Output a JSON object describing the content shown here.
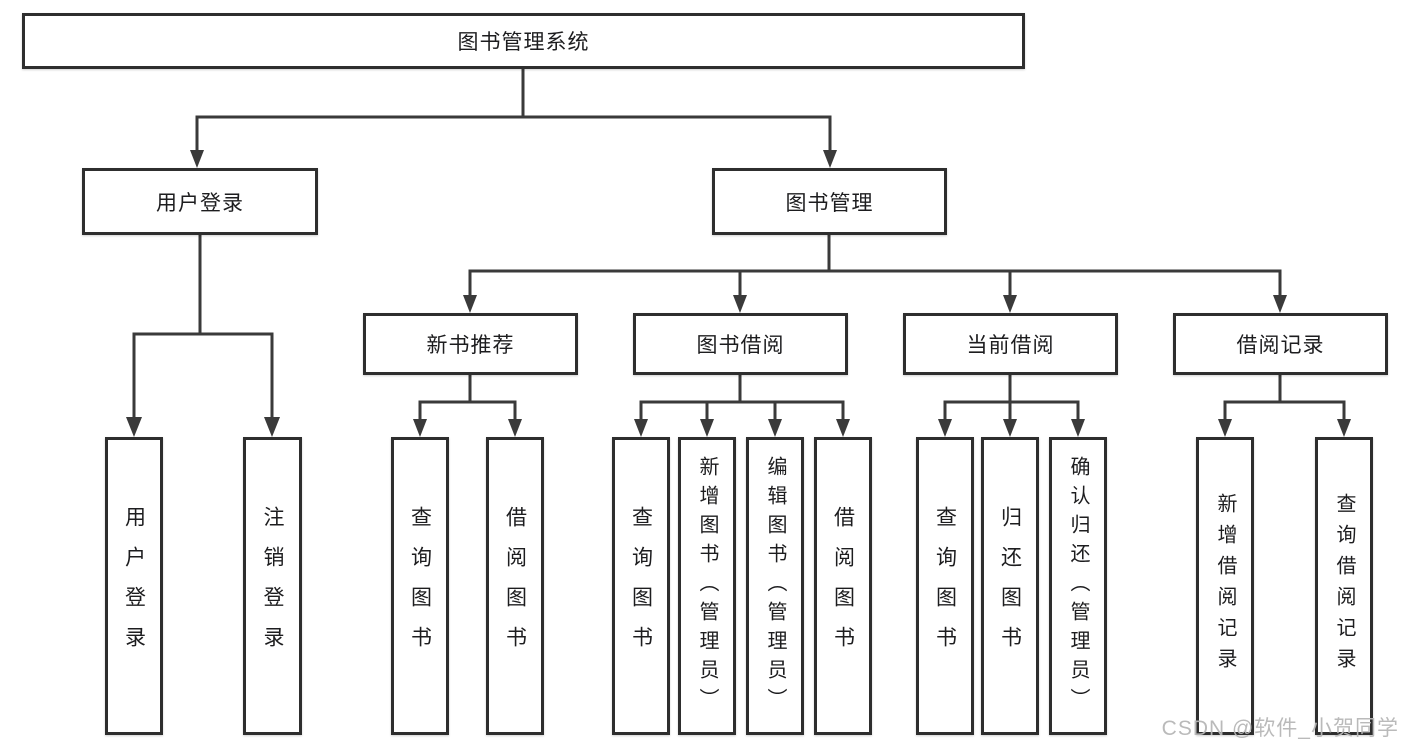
{
  "tree": {
    "label": "图书管理系统",
    "children": [
      {
        "label": "用户登录",
        "children": [
          {
            "label": "用户登录"
          },
          {
            "label": "注销登录"
          }
        ]
      },
      {
        "label": "图书管理",
        "children": [
          {
            "label": "新书推荐",
            "children": [
              {
                "label": "查询图书"
              },
              {
                "label": "借阅图书"
              }
            ]
          },
          {
            "label": "图书借阅",
            "children": [
              {
                "label": "查询图书"
              },
              {
                "label": "新增图书（管理员）"
              },
              {
                "label": "编辑图书（管理员）"
              },
              {
                "label": "借阅图书"
              }
            ]
          },
          {
            "label": "当前借阅",
            "children": [
              {
                "label": "查询图书"
              },
              {
                "label": "归还图书"
              },
              {
                "label": "确认归还（管理员）"
              }
            ]
          },
          {
            "label": "借阅记录",
            "children": [
              {
                "label": "新增借阅记录"
              },
              {
                "label": "查询借阅记录"
              }
            ]
          }
        ]
      }
    ]
  },
  "watermark": "CSDN @软件_小贺同学",
  "colors": {
    "line": "#3a3a3a",
    "box_border": "#2e2e2e",
    "box_fill": "#ffffff",
    "text": "#1d1d1f",
    "watermark": "#b6b6b6",
    "background": "#ffffff"
  }
}
